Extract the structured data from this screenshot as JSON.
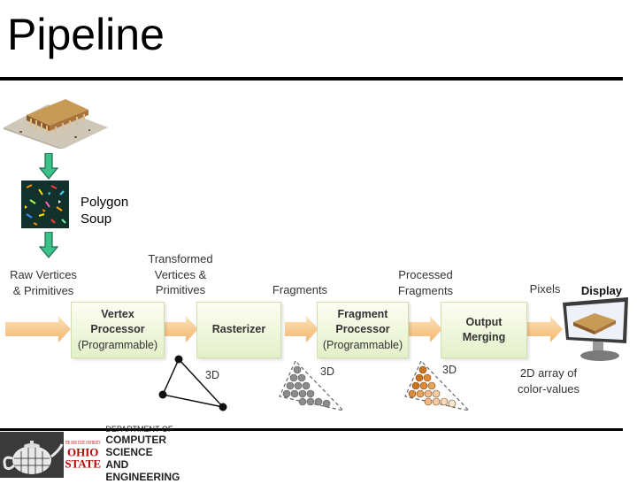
{
  "title": "Pipeline",
  "soup_label_line1": "Polygon",
  "soup_label_line2": "Soup",
  "labels": {
    "raw_line1": "Raw Vertices",
    "raw_line2": "& Primitives",
    "transformed_line1": "Transformed",
    "transformed_line2": "Vertices &",
    "transformed_line3": "Primitives",
    "fragments": "Fragments",
    "processed_line1": "Processed",
    "processed_line2": "Fragments",
    "pixels": "Pixels",
    "display": "Display",
    "tri_3d_1": "3D",
    "tri_3d_2": "3D",
    "tri_3d_3": "3D",
    "array_line1": "2D array of",
    "array_line2": "color-values"
  },
  "stages": [
    {
      "line1": "Vertex",
      "line2": "Processor",
      "line3": "(Programmable)"
    },
    {
      "line1": "Rasterizer"
    },
    {
      "line1": "Fragment",
      "line2": "Processor",
      "line3": "(Programmable)"
    },
    {
      "line1": "Output",
      "line2": "Merging"
    }
  ],
  "footer": {
    "logo_letters": "THE OHIO STATE UNIVERSITY",
    "dept_line1": "DEPARTMENT OF",
    "dept_line2": "COMPUTER SCIENCE",
    "dept_line3": "AND ENGINEERING"
  },
  "colors": {
    "arrow_green": "#3dbf8a",
    "arrow_orange": "#f5c58c",
    "stage_fill": "#e6f2cf",
    "osu_red": "#bb0000",
    "fragment_gray": "#8c8c8c",
    "fragment_orange": "#d2843a"
  }
}
